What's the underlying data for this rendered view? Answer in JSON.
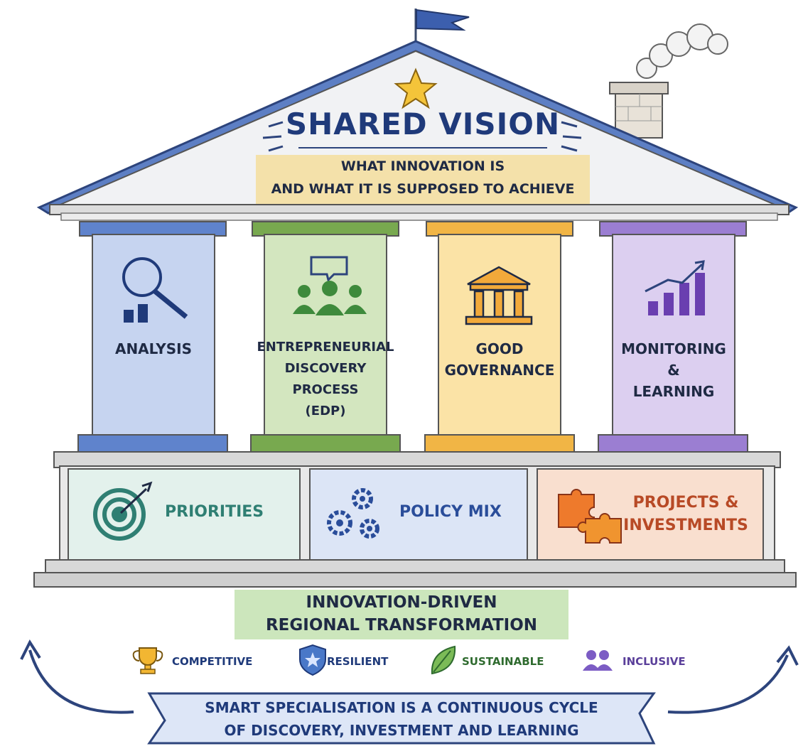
{
  "roof": {
    "title": "SHARED VISION",
    "subtitle_line1": "WHAT INNOVATION IS",
    "subtitle_line2": "AND WHAT IT IS SUPPOSED TO ACHIEVE"
  },
  "pillars": [
    {
      "lines": [
        "ANALYSIS"
      ],
      "icon": "magnifier-bar-chart-icon",
      "color": "#6f8fd6"
    },
    {
      "lines": [
        "ENTREPRENEURIAL",
        "DISCOVERY",
        "PROCESS",
        "(EDP)"
      ],
      "icon": "people-speech-bubble-icon",
      "color": "#7fae57"
    },
    {
      "lines": [
        "GOOD",
        "GOVERNANCE"
      ],
      "icon": "institution-building-icon",
      "color": "#f0b84a"
    },
    {
      "lines": [
        "MONITORING",
        "&",
        "LEARNING"
      ],
      "icon": "rising-bar-chart-icon",
      "color": "#9a7fd0"
    }
  ],
  "base_boxes": [
    {
      "lines": [
        "PRIORITIES"
      ],
      "icon": "target-arrow-icon",
      "color": "#2f7f73"
    },
    {
      "lines": [
        "POLICY MIX"
      ],
      "icon": "gears-icon",
      "color": "#2a4d9a"
    },
    {
      "lines": [
        "PROJECTS &",
        "INVESTMENTS"
      ],
      "icon": "puzzle-pieces-icon",
      "color": "#b84a26"
    }
  ],
  "foundation": {
    "line1": "INNOVATION-DRIVEN",
    "line2": "REGIONAL TRANSFORMATION"
  },
  "values": [
    {
      "label": "COMPETITIVE",
      "icon": "trophy-icon",
      "color": "#1f3a7a"
    },
    {
      "label": "RESILIENT",
      "icon": "shield-icon",
      "color": "#1f3a7a"
    },
    {
      "label": "SUSTAINABLE",
      "icon": "leaf-icon",
      "color": "#2f6b2f"
    },
    {
      "label": "INCLUSIVE",
      "icon": "people-icon",
      "color": "#5a3f9a"
    }
  ],
  "banner": {
    "line1": "SMART SPECIALISATION IS A CONTINUOUS CYCLE",
    "line2": "OF DISCOVERY, INVESTMENT AND LEARNING"
  }
}
